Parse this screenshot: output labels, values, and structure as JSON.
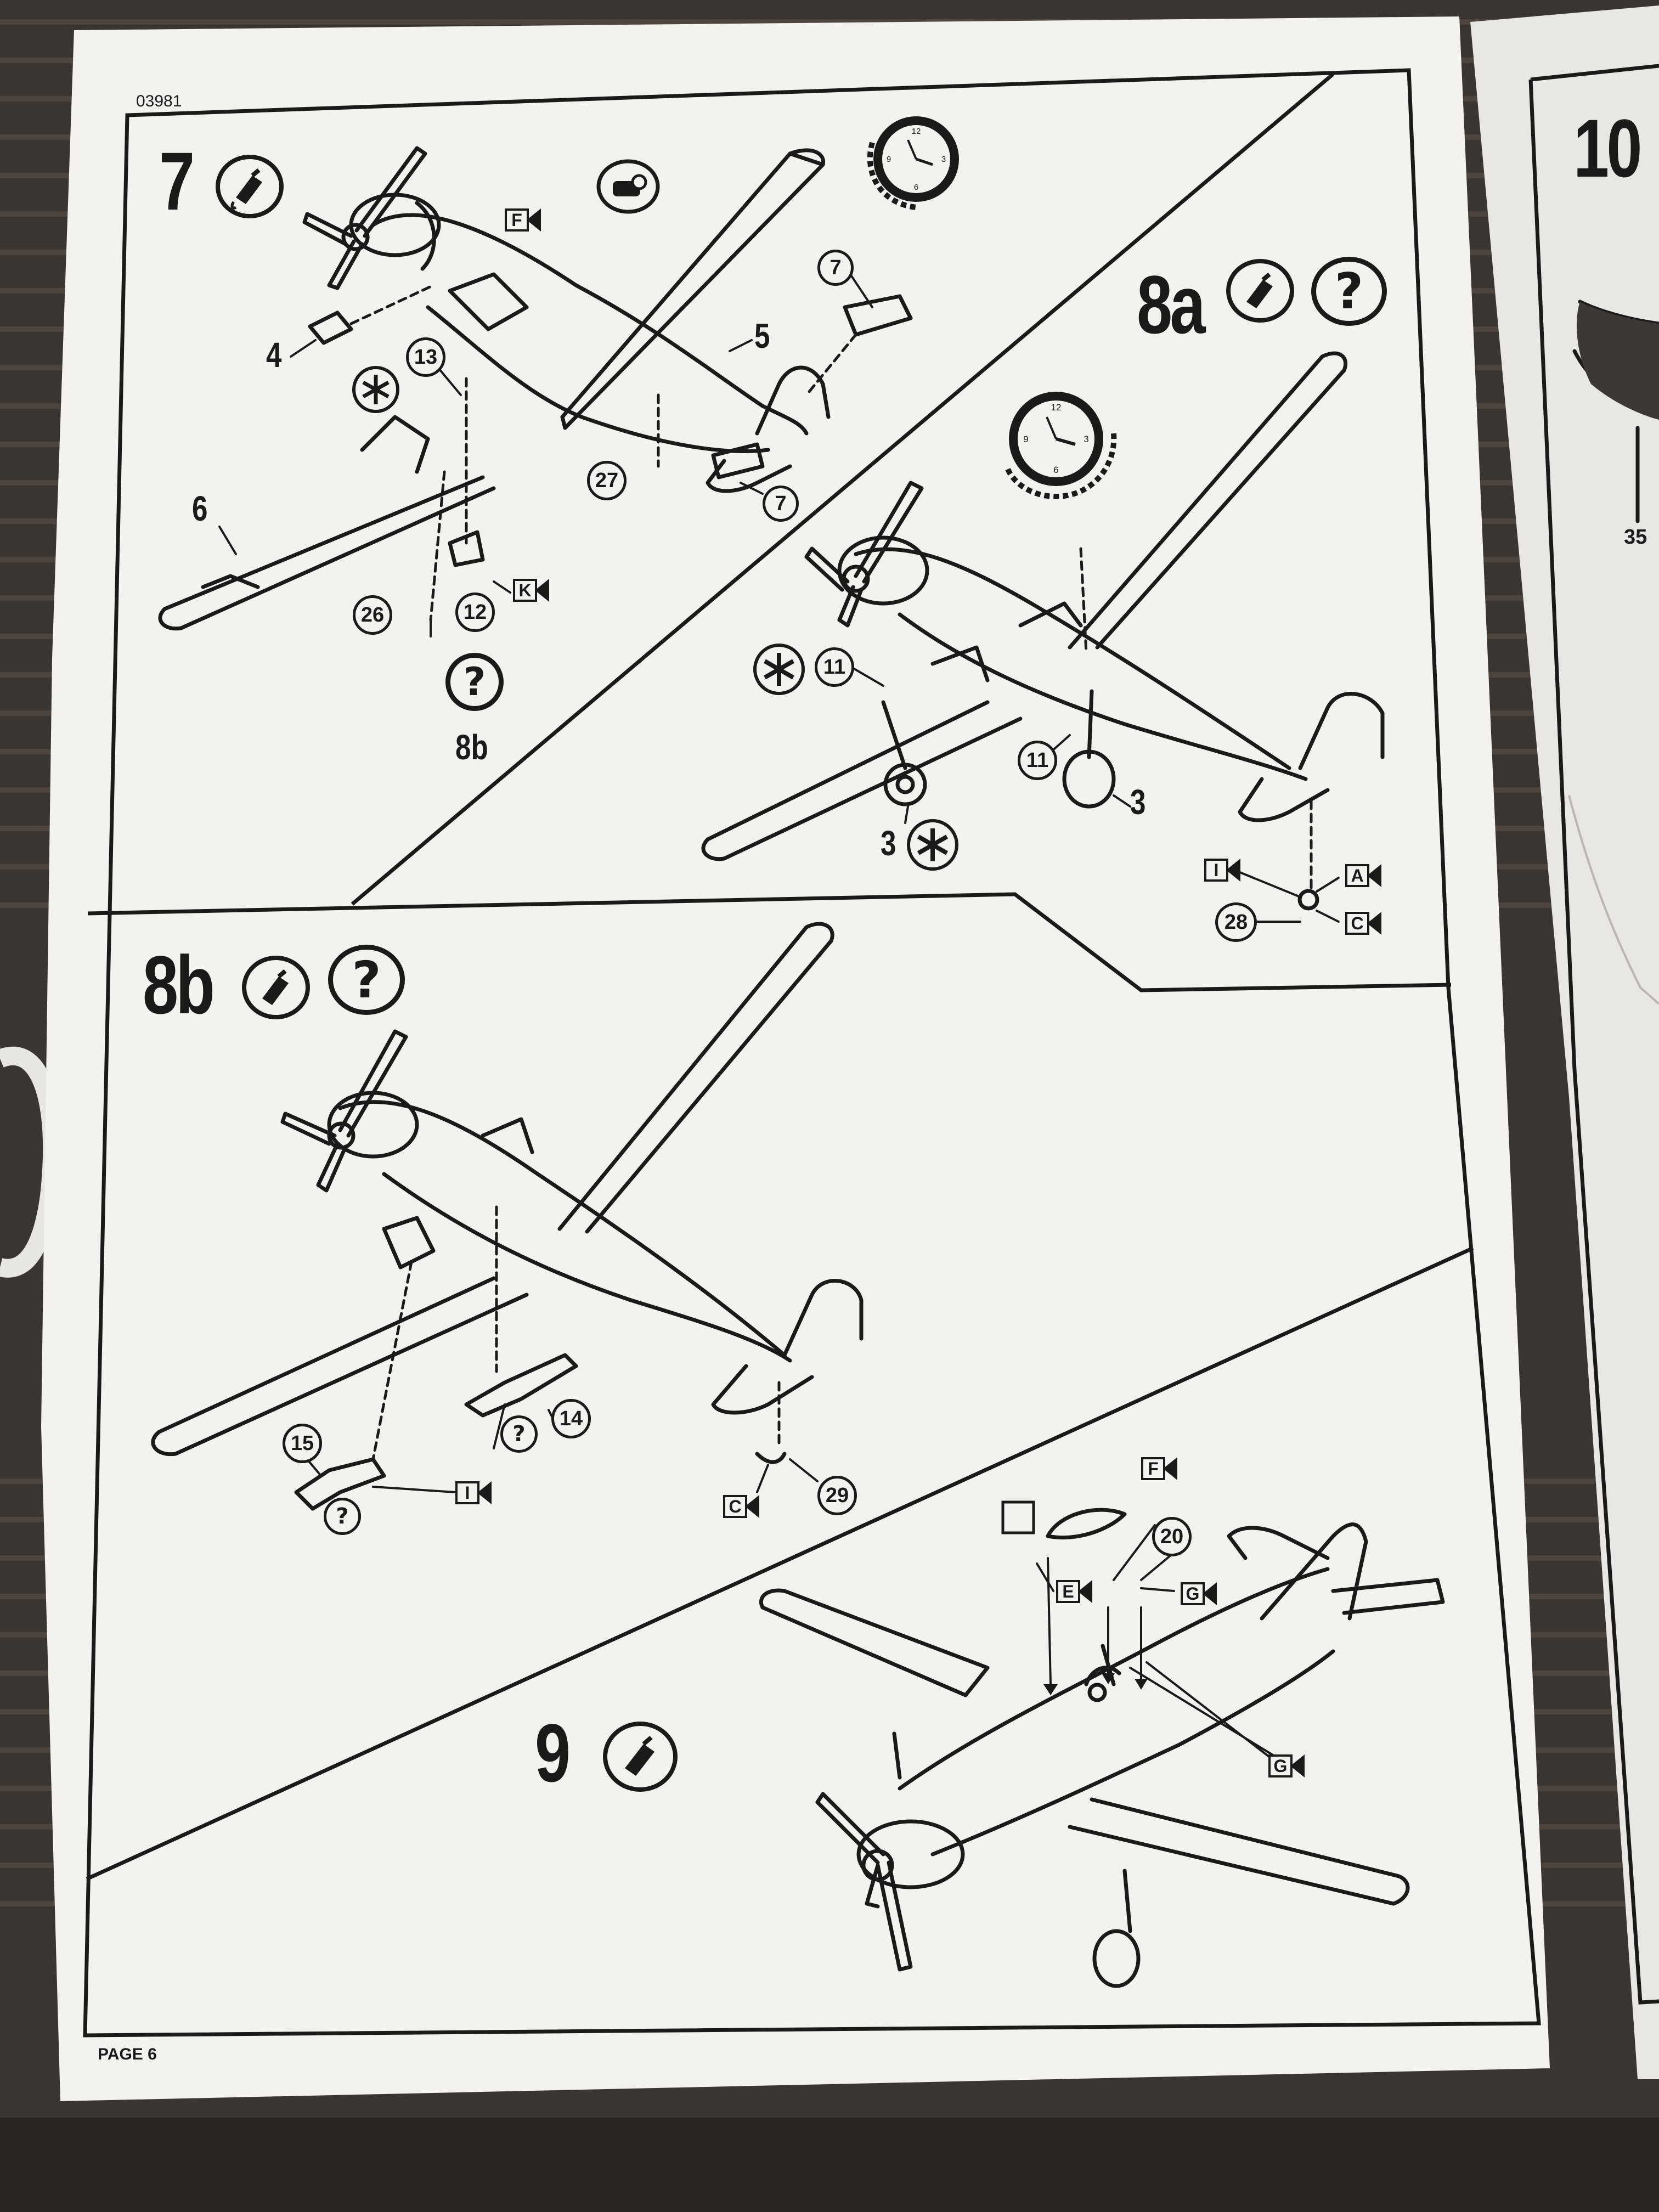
{
  "document": {
    "code": "03981",
    "footer": "PAGE 6"
  },
  "steps": {
    "s7": {
      "number": "7",
      "parts": [
        "4",
        "5",
        "6",
        "7",
        "7",
        "12",
        "13",
        "26",
        "27"
      ],
      "flags": [
        "F",
        "K"
      ],
      "next": "8b"
    },
    "s8a": {
      "number": "8a",
      "parts": [
        "3",
        "3",
        "11",
        "11",
        "28"
      ],
      "flags": [
        "I",
        "A",
        "C"
      ]
    },
    "s8b": {
      "number": "8b",
      "parts": [
        "14",
        "15",
        "29"
      ],
      "flags": [
        "I",
        "C"
      ]
    },
    "s9": {
      "number": "9",
      "parts": [
        "20"
      ],
      "flags": [
        "F",
        "E",
        "G",
        "G"
      ]
    },
    "s10": {
      "number": "10",
      "parts": [
        "35"
      ]
    }
  },
  "icons": {
    "glue": "glue-tube-icon",
    "question": "question-icon",
    "asterisk": "asterisk-icon",
    "clock": "clock-icon",
    "cement": "cement-dispenser-icon"
  },
  "colors": {
    "paper": "#f4f2ef",
    "ink": "#1c1a18",
    "background": "#3a3430"
  }
}
